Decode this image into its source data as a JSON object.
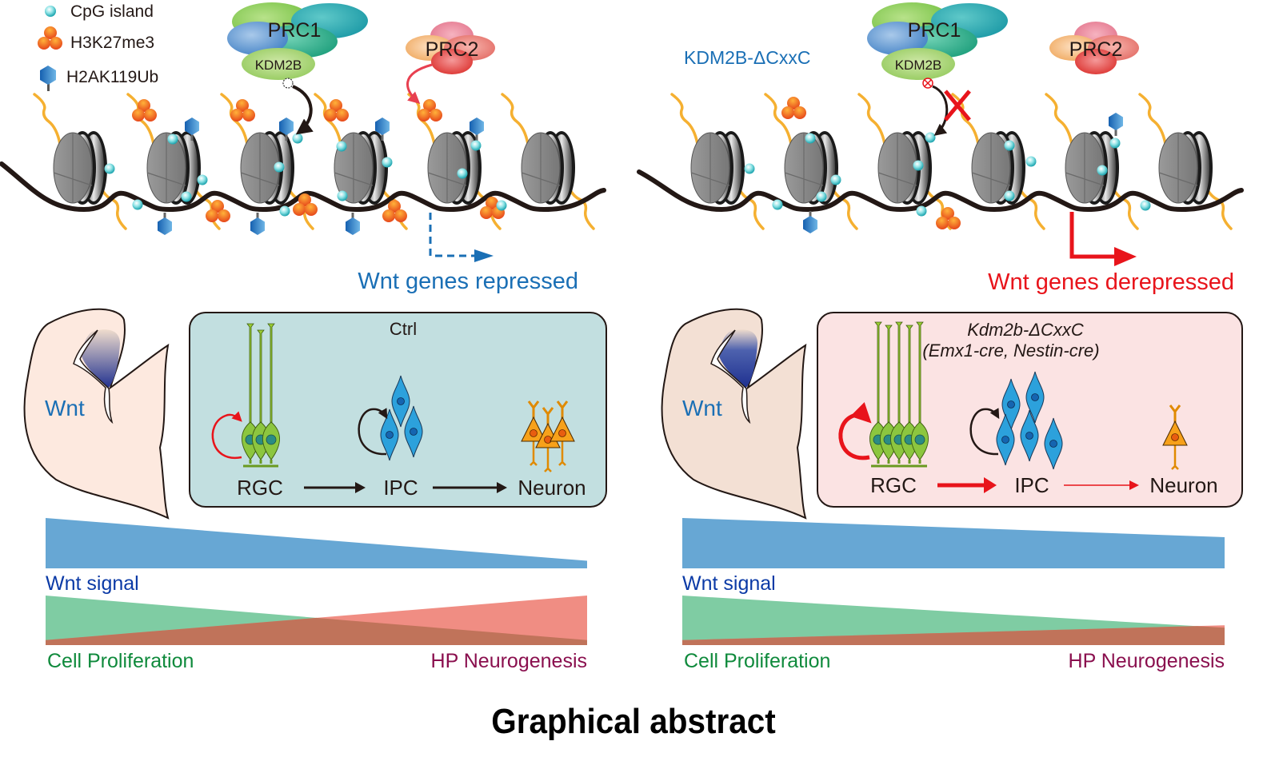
{
  "title": "Graphical abstract",
  "legend": {
    "items": [
      {
        "icon": "cpg-island-icon",
        "label": "CpG island"
      },
      {
        "icon": "h3k27me3-icon",
        "label": "H3K27me3"
      },
      {
        "icon": "h2ak119ub-icon",
        "label": "H2AK119Ub"
      }
    ]
  },
  "colors": {
    "blue_text": "#1a6fb5",
    "red": "#e8141b",
    "green_text": "#0f8a3c",
    "purple_text": "#8a0f4e",
    "dark_blue_text": "#0b3aa6",
    "ctrl_box": "#c2dfe0",
    "mut_box": "#fbe3e3",
    "wnt_bar": "#67a7d4",
    "prolif": "#7fcca3",
    "neuro": "#ef877c",
    "overlap": "#c0735a",
    "brain": "#fde9df",
    "brain_mut": "#f3e0d4",
    "chromatin_tail": "#f5b031"
  },
  "panels": [
    {
      "id": "control",
      "condition_label": "",
      "prc1_label": "PRC1",
      "kdm2b_label": "KDM2B",
      "prc2_label": "PRC2",
      "binding": "bound",
      "outcome_label": "Wnt genes repressed",
      "brain_label": "Wnt",
      "box_title": "Ctrl",
      "box_title_italic": false,
      "box_subtitle": "",
      "cells": {
        "rgc_count": 3,
        "ipc_count": 3,
        "neuron_count": 3
      },
      "stage_labels": [
        "RGC",
        "IPC",
        "Neuron"
      ],
      "arrows": [
        "normal",
        "normal"
      ],
      "gradients": {
        "wnt_signal": {
          "label": "Wnt signal",
          "start": 1.0,
          "end": 0.15
        },
        "cell_proliferation": {
          "label": "Cell Proliferation",
          "start": 1.0,
          "end": 0.1
        },
        "hp_neurogenesis": {
          "label": "HP Neurogenesis",
          "start": 0.1,
          "end": 1.0
        }
      }
    },
    {
      "id": "mutant",
      "condition_label": "KDM2B-ΔCxxC",
      "prc1_label": "PRC1",
      "kdm2b_label": "KDM2B",
      "prc2_label": "PRC2",
      "binding": "blocked",
      "outcome_label": "Wnt genes derepressed",
      "brain_label": "Wnt",
      "box_title": "Kdm2b-ΔCxxC",
      "box_title_italic": true,
      "box_subtitle": "(Emx1-cre, Nestin-cre)",
      "cells": {
        "rgc_count": 5,
        "ipc_count": 5,
        "neuron_count": 1
      },
      "stage_labels": [
        "RGC",
        "IPC",
        "Neuron"
      ],
      "arrows": [
        "thick",
        "thin"
      ],
      "gradients": {
        "wnt_signal": {
          "label": "Wnt signal",
          "start": 1.0,
          "end": 0.62
        },
        "cell_proliferation": {
          "label": "Cell Proliferation",
          "start": 1.0,
          "end": 0.35
        },
        "hp_neurogenesis": {
          "label": "HP Neurogenesis",
          "start": 0.1,
          "end": 0.4
        }
      }
    }
  ]
}
